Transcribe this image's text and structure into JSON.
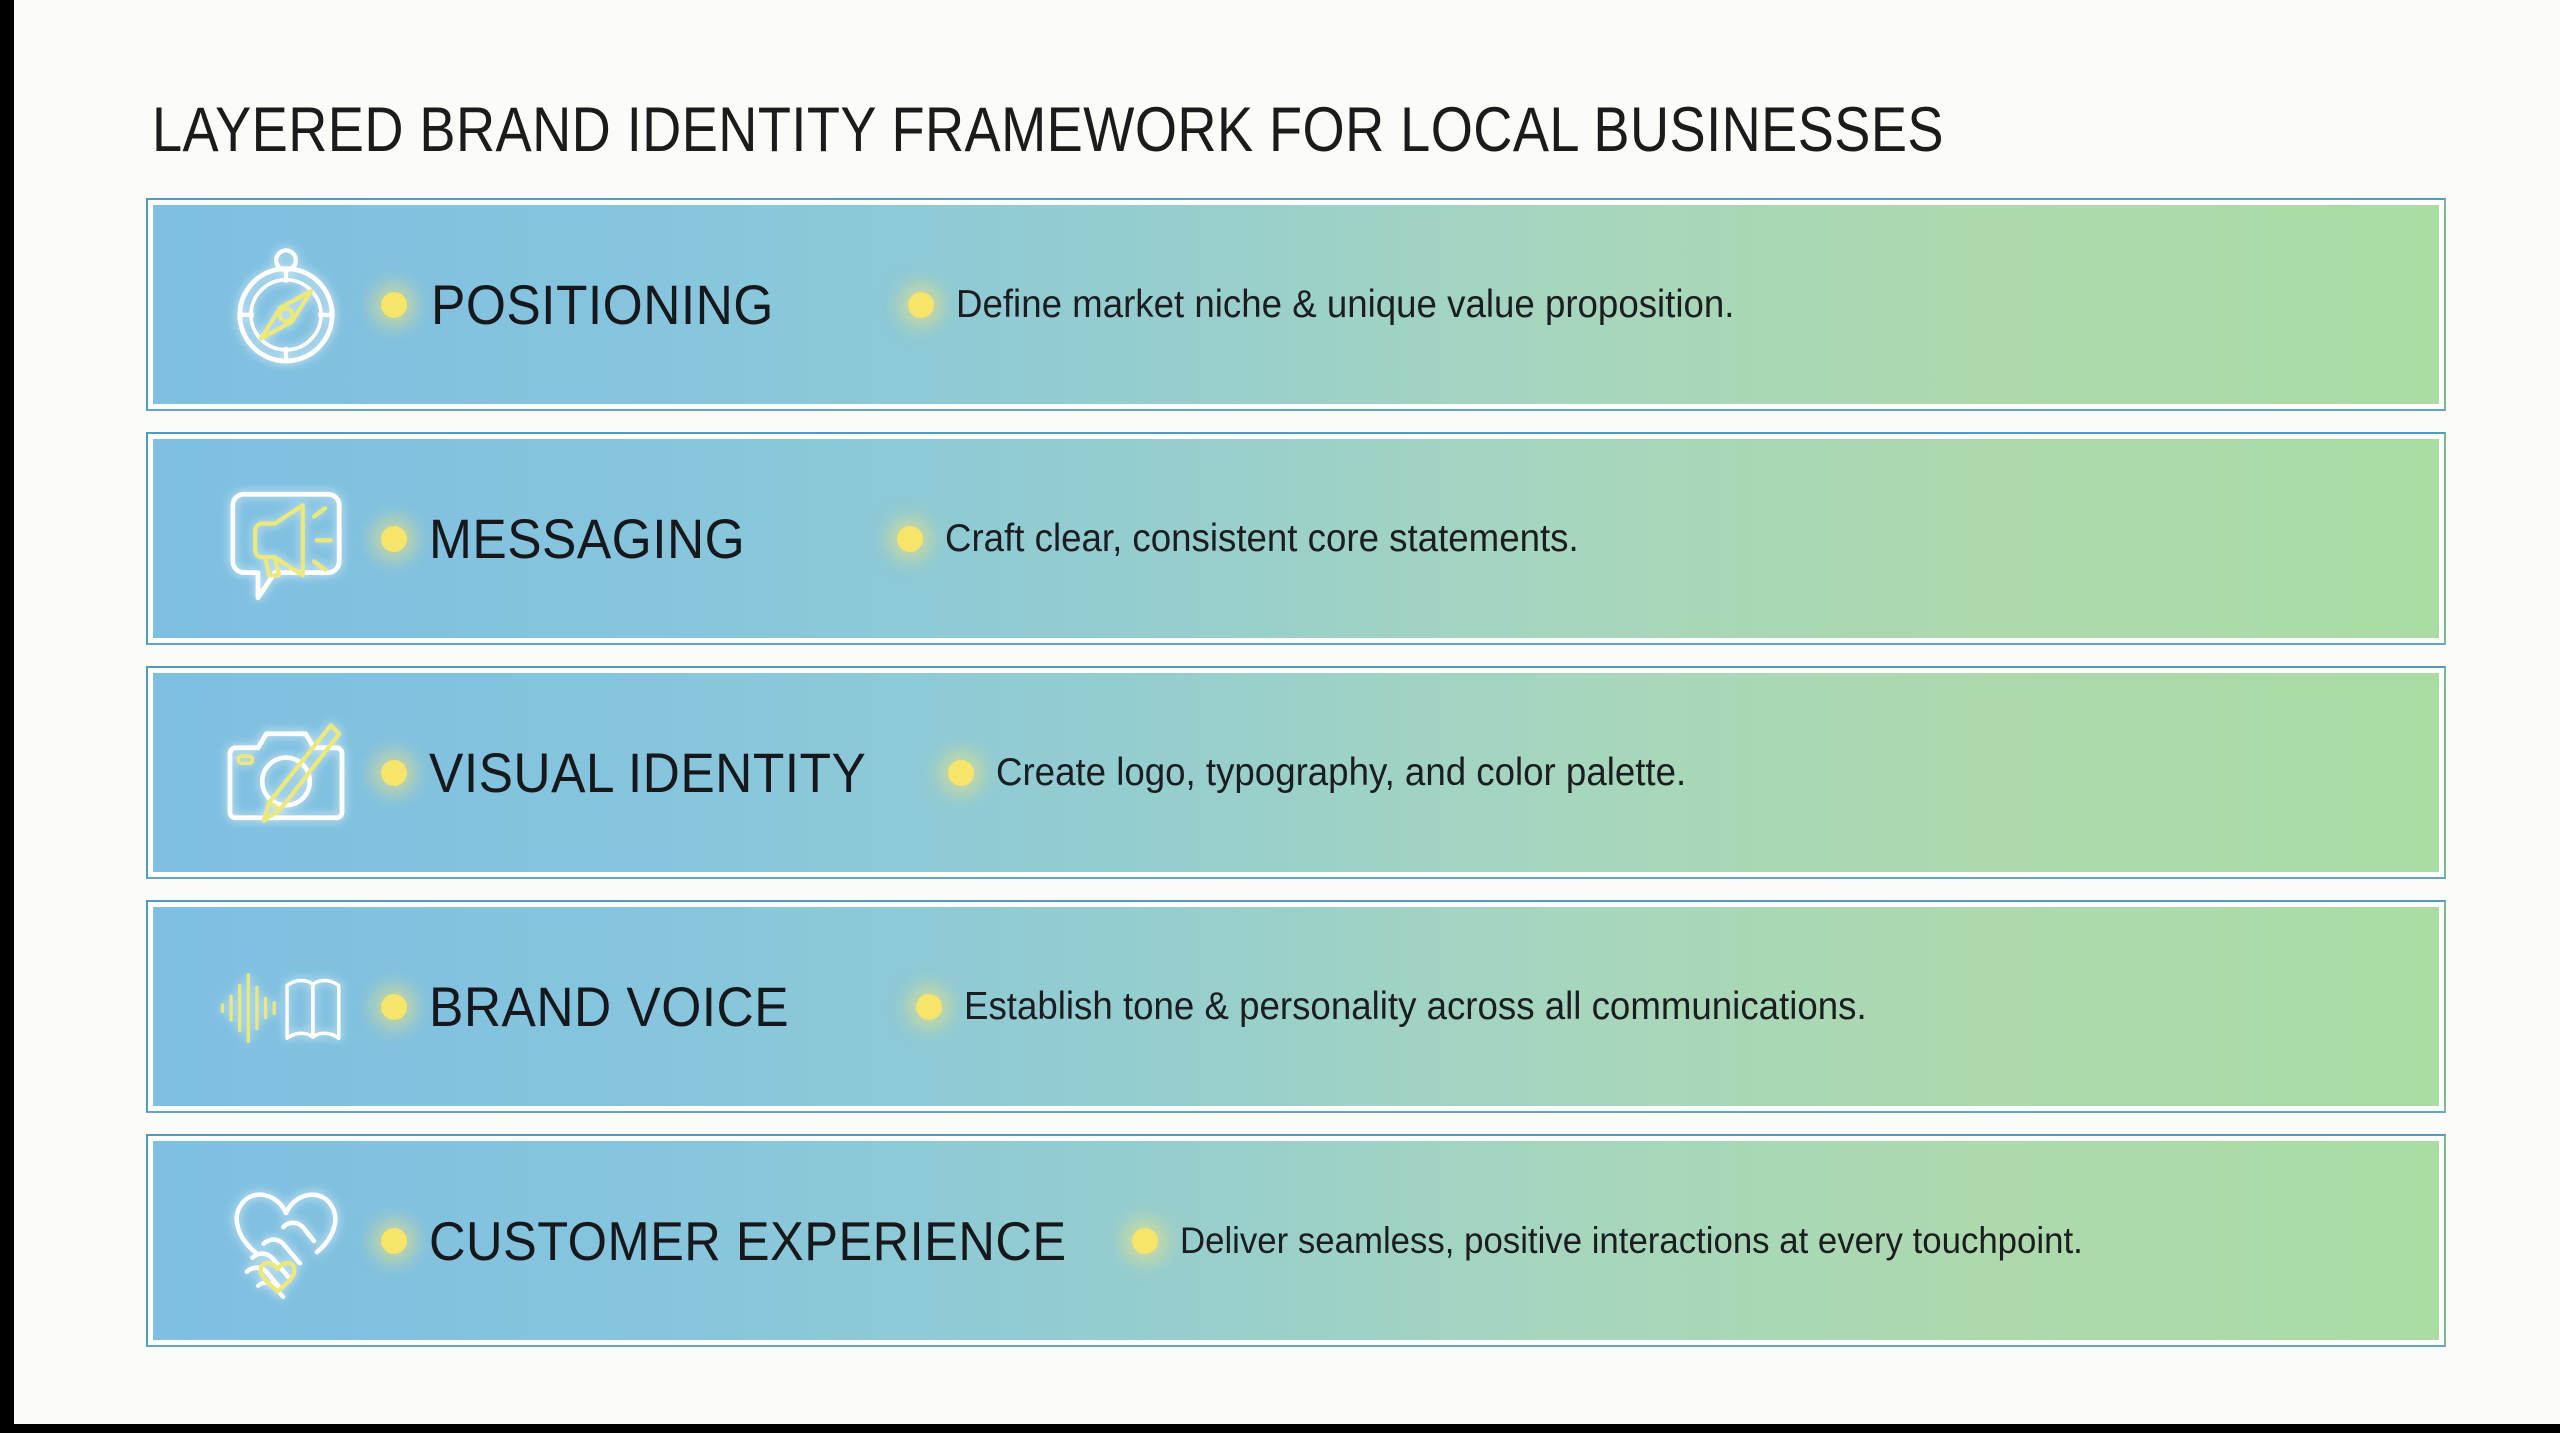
{
  "title": "LAYERED BRAND IDENTITY FRAMEWORK FOR LOCAL BUSINESSES",
  "theme": {
    "background": "#fbfbf7",
    "gradient_start": "#7ebfe2",
    "gradient_end": "#aadca4",
    "accent_dot": "#f6e46b",
    "icon_stroke": "#ffffff",
    "icon_accent": "#ece87a",
    "text": "#16181c",
    "border_left": "#4696be",
    "border_right": "#78b48c",
    "letterbox": "#000000"
  },
  "layers": [
    {
      "label": "POSITIONING",
      "description": "Define market niche & unique value proposition.",
      "icon": "compass-icon"
    },
    {
      "label": "MESSAGING",
      "description": "Craft clear, consistent core statements.",
      "icon": "megaphone-speech-bubble-icon"
    },
    {
      "label": "VISUAL IDENTITY",
      "description": "Create logo, typography, and color palette.",
      "icon": "camera-paintbrush-icon"
    },
    {
      "label": "BRAND VOICE",
      "description": "Establish tone & personality across all communications.",
      "icon": "soundwave-open-book-icon"
    },
    {
      "label": "CUSTOMER EXPERIENCE",
      "description": "Deliver seamless, positive interactions at every touchpoint.",
      "icon": "handshake-heart-icon"
    }
  ]
}
